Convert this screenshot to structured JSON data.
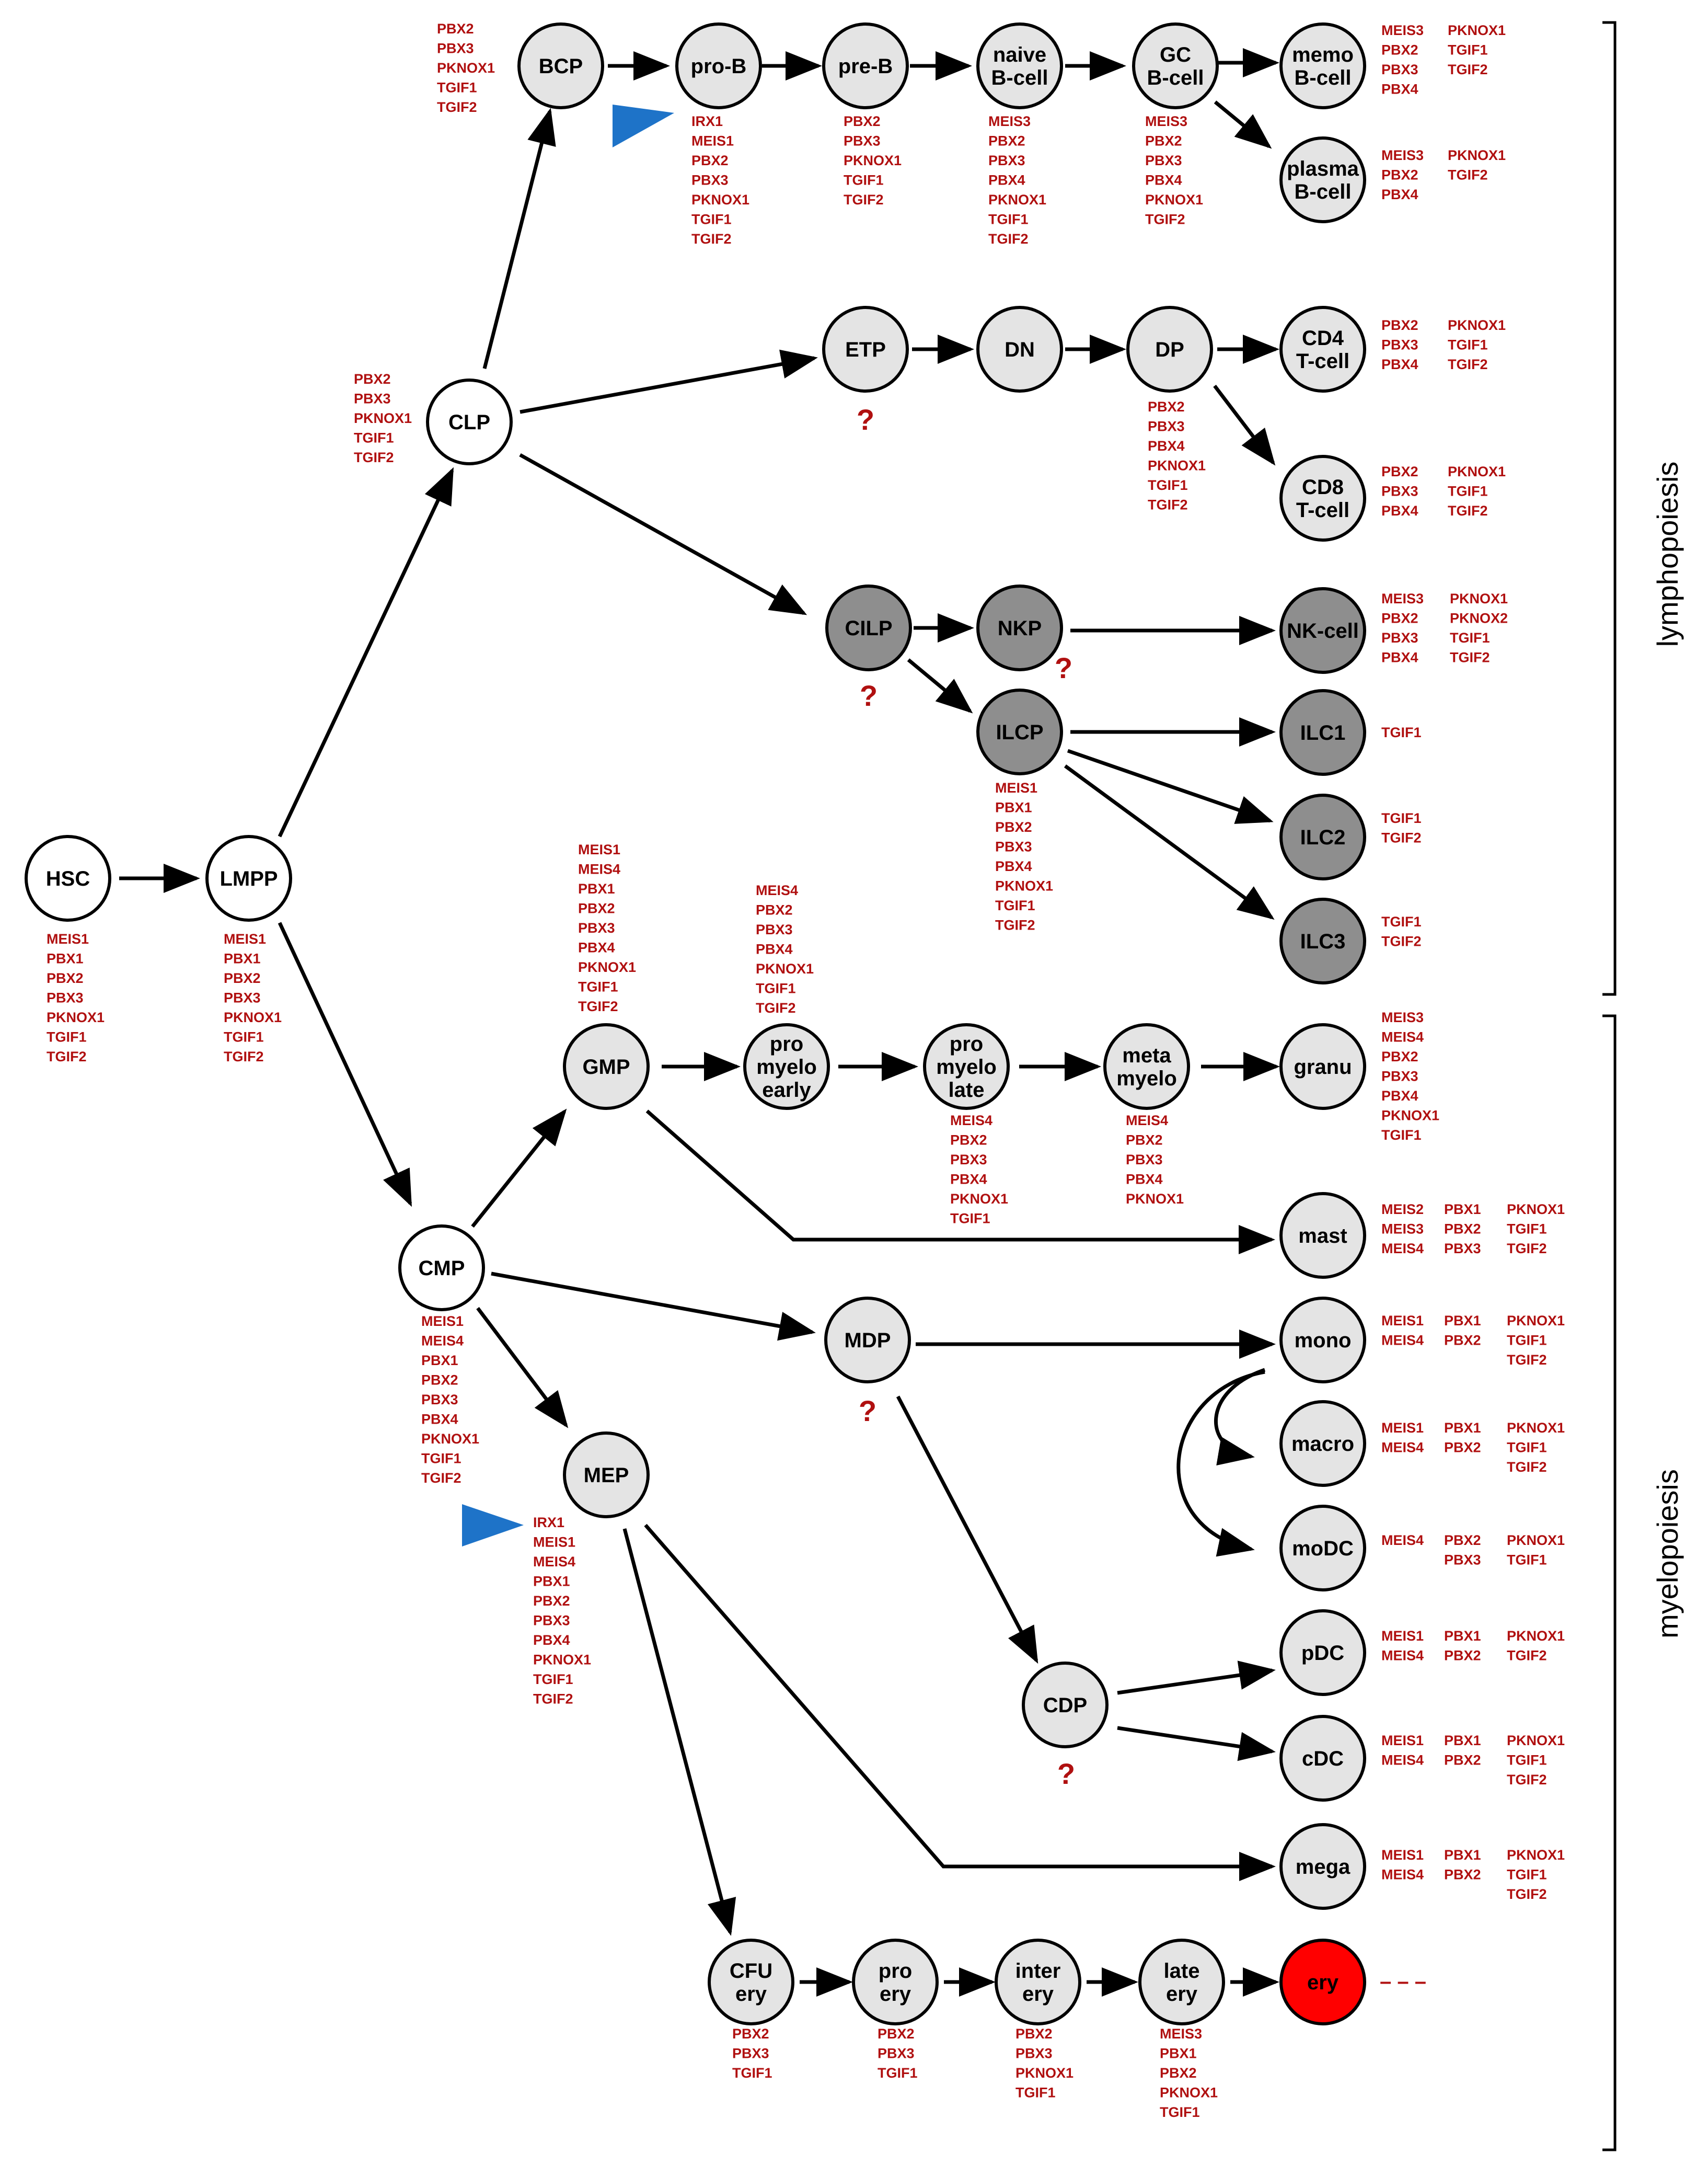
{
  "colors": {
    "white": "#ffffff",
    "light": "#e4e4e4",
    "mid": "#b8b8b8",
    "dark": "#8e8e8e",
    "red": "#ff0000",
    "gene": "#b01010",
    "marker": "#1e73c8"
  },
  "nodes": {
    "HSC": [
      "HSC"
    ],
    "LMPP": [
      "LMPP"
    ],
    "CLP": [
      "CLP"
    ],
    "CMP": [
      "CMP"
    ],
    "BCP": [
      "BCP"
    ],
    "proB": [
      "pro-B"
    ],
    "preB": [
      "pre-B"
    ],
    "naiveB": [
      "naive",
      "B-cell"
    ],
    "GCB": [
      "GC",
      "B-cell"
    ],
    "memoB": [
      "memo",
      "B-cell"
    ],
    "plasmaB": [
      "plasma",
      "B-cell"
    ],
    "ETP": [
      "ETP"
    ],
    "DN": [
      "DN"
    ],
    "DP": [
      "DP"
    ],
    "CD4": [
      "CD4",
      "T-cell"
    ],
    "CD8": [
      "CD8",
      "T-cell"
    ],
    "CILP": [
      "CILP"
    ],
    "NKP": [
      "NKP"
    ],
    "NKcell": [
      "NK-cell"
    ],
    "ILCP": [
      "ILCP"
    ],
    "ILC1": [
      "ILC1"
    ],
    "ILC2": [
      "ILC2"
    ],
    "ILC3": [
      "ILC3"
    ],
    "GMP": [
      "GMP"
    ],
    "promyeloEarly": [
      "pro",
      "myelo",
      "early"
    ],
    "promyeloLate": [
      "pro",
      "myelo",
      "late"
    ],
    "metamyelo": [
      "meta",
      "myelo"
    ],
    "granu": [
      "granu"
    ],
    "mast": [
      "mast"
    ],
    "MDP": [
      "MDP"
    ],
    "mono": [
      "mono"
    ],
    "macro": [
      "macro"
    ],
    "moDC": [
      "moDC"
    ],
    "CDP": [
      "CDP"
    ],
    "pDC": [
      "pDC"
    ],
    "cDC": [
      "cDC"
    ],
    "MEP": [
      "MEP"
    ],
    "mega": [
      "mega"
    ],
    "CFUery": [
      "CFU",
      "ery"
    ],
    "proery": [
      "pro",
      "ery"
    ],
    "interery": [
      "inter",
      "ery"
    ],
    "lateery": [
      "late",
      "ery"
    ],
    "ery": [
      "ery"
    ]
  },
  "genes": {
    "HSC": [
      [
        "MEIS1",
        "PBX1",
        "PBX2",
        "PBX3",
        "PKNOX1",
        "TGIF1",
        "TGIF2"
      ]
    ],
    "LMPP": [
      [
        "MEIS1",
        "PBX1",
        "PBX2",
        "PBX3",
        "PKNOX1",
        "TGIF1",
        "TGIF2"
      ]
    ],
    "CLP": [
      [
        "PBX2",
        "PBX3",
        "PKNOX1",
        "TGIF1",
        "TGIF2"
      ]
    ],
    "BCP": [
      [
        "PBX2",
        "PBX3",
        "PKNOX1",
        "TGIF1",
        "TGIF2"
      ]
    ],
    "proB": [
      [
        "IRX1",
        "MEIS1",
        "PBX2",
        "PBX3",
        "PKNOX1",
        "TGIF1",
        "TGIF2"
      ]
    ],
    "preB": [
      [
        "PBX2",
        "PBX3",
        "PKNOX1",
        "TGIF1",
        "TGIF2"
      ]
    ],
    "naiveB": [
      [
        "MEIS3",
        "PBX2",
        "PBX3",
        "PBX4",
        "PKNOX1",
        "TGIF1",
        "TGIF2"
      ]
    ],
    "GCB": [
      [
        "MEIS3",
        "PBX2",
        "PBX3",
        "PBX4",
        "PKNOX1",
        "TGIF2"
      ]
    ],
    "memoB": [
      [
        "MEIS3",
        "PBX2",
        "PBX3",
        "PBX4"
      ],
      [
        "PKNOX1",
        "TGIF1",
        "TGIF2"
      ]
    ],
    "plasmaB": [
      [
        "MEIS3",
        "PBX2",
        "PBX4"
      ],
      [
        "PKNOX1",
        "TGIF2"
      ]
    ],
    "DP": [
      [
        "PBX2",
        "PBX3",
        "PBX4",
        "PKNOX1",
        "TGIF1",
        "TGIF2"
      ]
    ],
    "CD4": [
      [
        "PBX2",
        "PBX3",
        "PBX4"
      ],
      [
        "PKNOX1",
        "TGIF1",
        "TGIF2"
      ]
    ],
    "CD8": [
      [
        "PBX2",
        "PBX3",
        "PBX4"
      ],
      [
        "PKNOX1",
        "TGIF1",
        "TGIF2"
      ]
    ],
    "NKcell": [
      [
        "MEIS3",
        "PBX2",
        "PBX3",
        "PBX4"
      ],
      [
        "PKNOX1",
        "PKNOX2",
        "TGIF1",
        "TGIF2"
      ]
    ],
    "ILCP": [
      [
        "MEIS1",
        "PBX1",
        "PBX2",
        "PBX3",
        "PBX4",
        "PKNOX1",
        "TGIF1",
        "TGIF2"
      ]
    ],
    "ILC1": [
      [
        "TGIF1"
      ]
    ],
    "ILC2": [
      [
        "TGIF1",
        "TGIF2"
      ]
    ],
    "ILC3": [
      [
        "TGIF1",
        "TGIF2"
      ]
    ],
    "GMP": [
      [
        "MEIS1",
        "MEIS4",
        "PBX1",
        "PBX2",
        "PBX3",
        "PBX4",
        "PKNOX1",
        "TGIF1",
        "TGIF2"
      ]
    ],
    "promyeloEarly": [
      [
        "MEIS4",
        "PBX2",
        "PBX3",
        "PBX4",
        "PKNOX1",
        "TGIF1",
        "TGIF2"
      ]
    ],
    "promyeloLate": [
      [
        "MEIS4",
        "PBX2",
        "PBX3",
        "PBX4",
        "PKNOX1",
        "TGIF1"
      ]
    ],
    "metamyelo": [
      [
        "MEIS4",
        "PBX2",
        "PBX3",
        "PBX4",
        "PKNOX1"
      ]
    ],
    "granu": [
      [
        "MEIS3",
        "MEIS4",
        "PBX2",
        "PBX3",
        "PBX4",
        "PKNOX1",
        "TGIF1"
      ]
    ],
    "mast": [
      [
        "MEIS2",
        "MEIS3",
        "MEIS4"
      ],
      [
        "PBX1",
        "PBX2",
        "PBX3"
      ],
      [
        "PKNOX1",
        "TGIF1",
        "TGIF2"
      ]
    ],
    "CMP": [
      [
        "MEIS1",
        "MEIS4",
        "PBX1",
        "PBX2",
        "PBX3",
        "PBX4",
        "PKNOX1",
        "TGIF1",
        "TGIF2"
      ]
    ],
    "mono": [
      [
        "MEIS1",
        "MEIS4"
      ],
      [
        "PBX1",
        "PBX2"
      ],
      [
        "PKNOX1",
        "TGIF1",
        "TGIF2"
      ]
    ],
    "macro": [
      [
        "MEIS1",
        "MEIS4"
      ],
      [
        "PBX1",
        "PBX2"
      ],
      [
        "PKNOX1",
        "TGIF1",
        "TGIF2"
      ]
    ],
    "moDC": [
      [
        "MEIS4"
      ],
      [
        "PBX2",
        "PBX3"
      ],
      [
        "PKNOX1",
        "TGIF1"
      ]
    ],
    "MEP": [
      [
        "IRX1",
        "MEIS1",
        "MEIS4",
        "PBX1",
        "PBX2",
        "PBX3",
        "PBX4",
        "PKNOX1",
        "TGIF1",
        "TGIF2"
      ]
    ],
    "pDC": [
      [
        "MEIS1",
        "MEIS4"
      ],
      [
        "PBX1",
        "PBX2"
      ],
      [
        "PKNOX1",
        "TGIF2"
      ]
    ],
    "cDC": [
      [
        "MEIS1",
        "MEIS4"
      ],
      [
        "PBX1",
        "PBX2"
      ],
      [
        "PKNOX1",
        "TGIF1",
        "TGIF2"
      ]
    ],
    "mega": [
      [
        "MEIS1",
        "MEIS4"
      ],
      [
        "PBX1",
        "PBX2"
      ],
      [
        "PKNOX1",
        "TGIF1",
        "TGIF2"
      ]
    ],
    "CFUery": [
      [
        "PBX2",
        "PBX3",
        "TGIF1"
      ]
    ],
    "proery": [
      [
        "PBX2",
        "PBX3",
        "TGIF1"
      ]
    ],
    "interery": [
      [
        "PBX2",
        "PBX3",
        "PKNOX1",
        "TGIF1"
      ]
    ],
    "lateery": [
      [
        "MEIS3",
        "PBX1",
        "PBX2",
        "PKNOX1",
        "TGIF1"
      ]
    ]
  },
  "unknown_mark": "?",
  "ery_dash": "– – –",
  "section_labels": {
    "lymphopoiesis": "lymphopoiesis",
    "myelopoiesis": "myelopoiesis"
  }
}
